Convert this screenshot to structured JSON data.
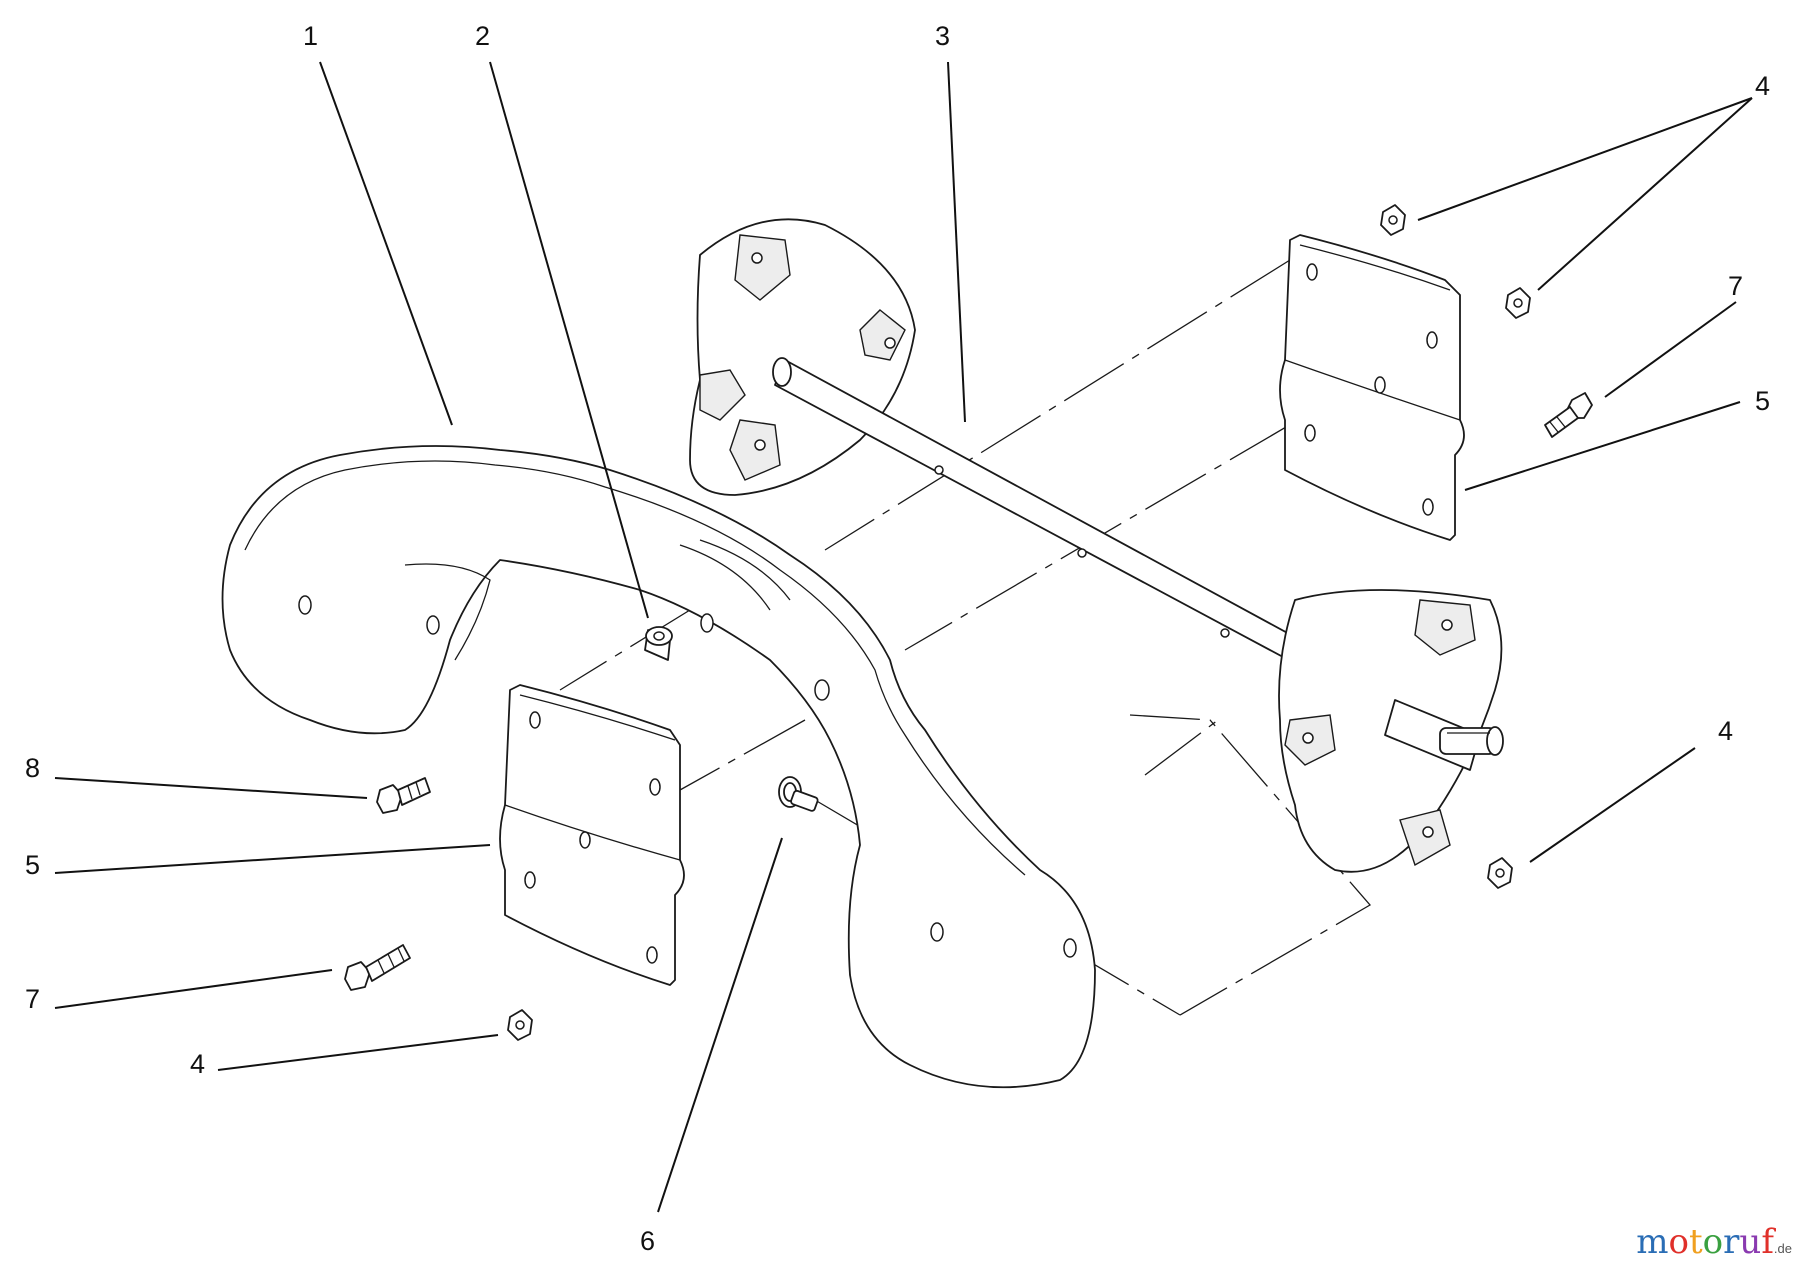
{
  "callouts": [
    {
      "id": "c1",
      "label": "1"
    },
    {
      "id": "c2",
      "label": "2"
    },
    {
      "id": "c3",
      "label": "3"
    },
    {
      "id": "c4a",
      "label": "4"
    },
    {
      "id": "c7a",
      "label": "7"
    },
    {
      "id": "c5a",
      "label": "5"
    },
    {
      "id": "c4b",
      "label": "4"
    },
    {
      "id": "c8",
      "label": "8"
    },
    {
      "id": "c5b",
      "label": "5"
    },
    {
      "id": "c7b",
      "label": "7"
    },
    {
      "id": "c4c",
      "label": "4"
    },
    {
      "id": "c6",
      "label": "6"
    }
  ],
  "watermark": {
    "letters": [
      "m",
      "o",
      "t",
      "o",
      "r",
      "u",
      "f"
    ],
    "colors": [
      "#2a6db5",
      "#e0302a",
      "#f0a020",
      "#3aa040",
      "#2a6db5",
      "#8a3ab0",
      "#e0302a"
    ],
    "suffix": ".de"
  }
}
